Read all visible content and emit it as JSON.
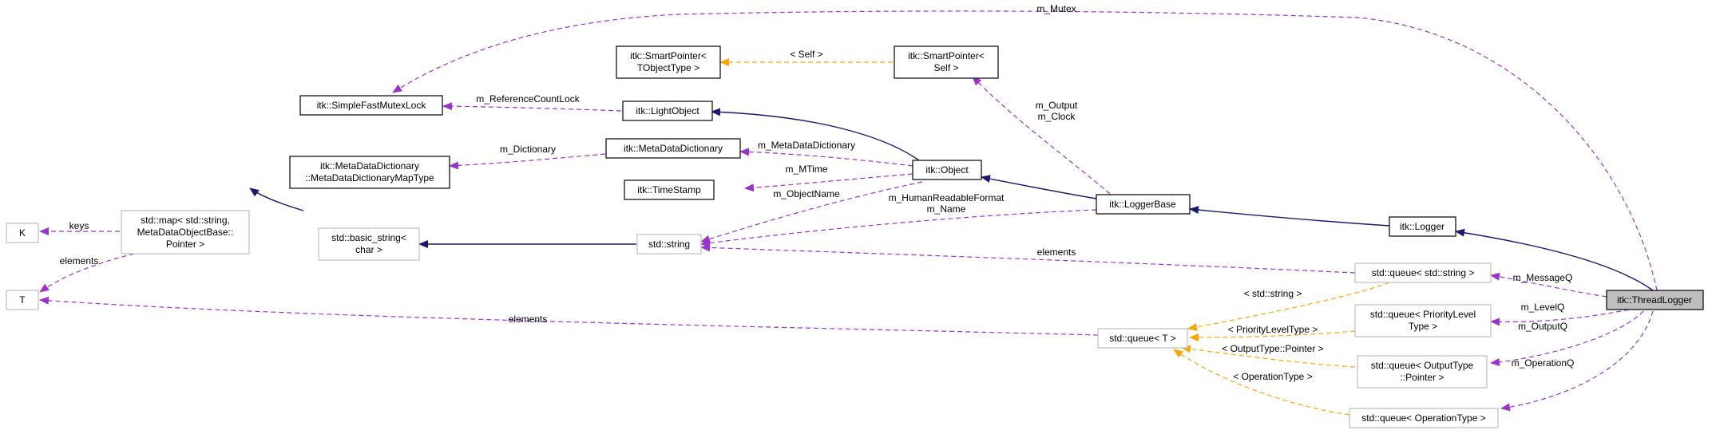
{
  "nodes": {
    "thread_logger": "itk::ThreadLogger",
    "logger": "itk::Logger",
    "logger_base": "itk::LoggerBase",
    "object": "itk::Object",
    "light_object": "itk::LightObject",
    "simple_fast_mutex_lock": "itk::SimpleFastMutexLock",
    "smart_pointer_tobject": [
      "itk::SmartPointer<",
      "TObjectType >"
    ],
    "smart_pointer_self": [
      "itk::SmartPointer<",
      "Self >"
    ],
    "meta_data_dictionary": "itk::MetaDataDictionary",
    "meta_data_dictionary_map_type": [
      "itk::MetaDataDictionary",
      "::MetaDataDictionaryMapType"
    ],
    "time_stamp": "itk::TimeStamp",
    "std_string": "std::string",
    "std_basic_string": [
      "std::basic_string<",
      "char >"
    ],
    "std_map": [
      "std::map< std::string,",
      "MetaDataObjectBase::",
      "Pointer >"
    ],
    "K": "K",
    "T": "T",
    "queue_T": "std::queue< T >",
    "queue_string": "std::queue< std::string >",
    "queue_priority": [
      "std::queue< PriorityLevel",
      "Type >"
    ],
    "queue_output": [
      "std::queue< OutputType",
      "::Pointer >"
    ],
    "queue_operation": "std::queue< OperationType >"
  },
  "edge_labels": {
    "mutex": "m_Mutex",
    "self": "< Self >",
    "reference_count_lock": "m_ReferenceCountLock",
    "output_clock": [
      "m_Output",
      "m_Clock"
    ],
    "dictionary": "m_Dictionary",
    "meta_data_dictionary": "m_MetaDataDictionary",
    "mtime": "m_MTime",
    "object_name": "m_ObjectName",
    "human_readable_name": [
      "m_HumanReadableFormat",
      "m_Name"
    ],
    "keys": "keys",
    "map_elements": "elements",
    "string_elements": "elements",
    "queue_t_elements": "elements",
    "message_q": "m_MessageQ",
    "level_q": "m_LevelQ",
    "output_q": "m_OutputQ",
    "operation_q": "m_OperationQ",
    "std_string_templ": "< std::string >",
    "priority_templ": "< PriorityLevelType >",
    "output_pointer_templ": "< OutputType::Pointer >",
    "operation_templ": "< OperationType >"
  },
  "colors": {
    "inheritance": "#191970",
    "member": "#9a32cd",
    "template": "#ffa500",
    "focus_fill": "#bfbfbf",
    "undocumented_border": "#bfbfbf"
  }
}
